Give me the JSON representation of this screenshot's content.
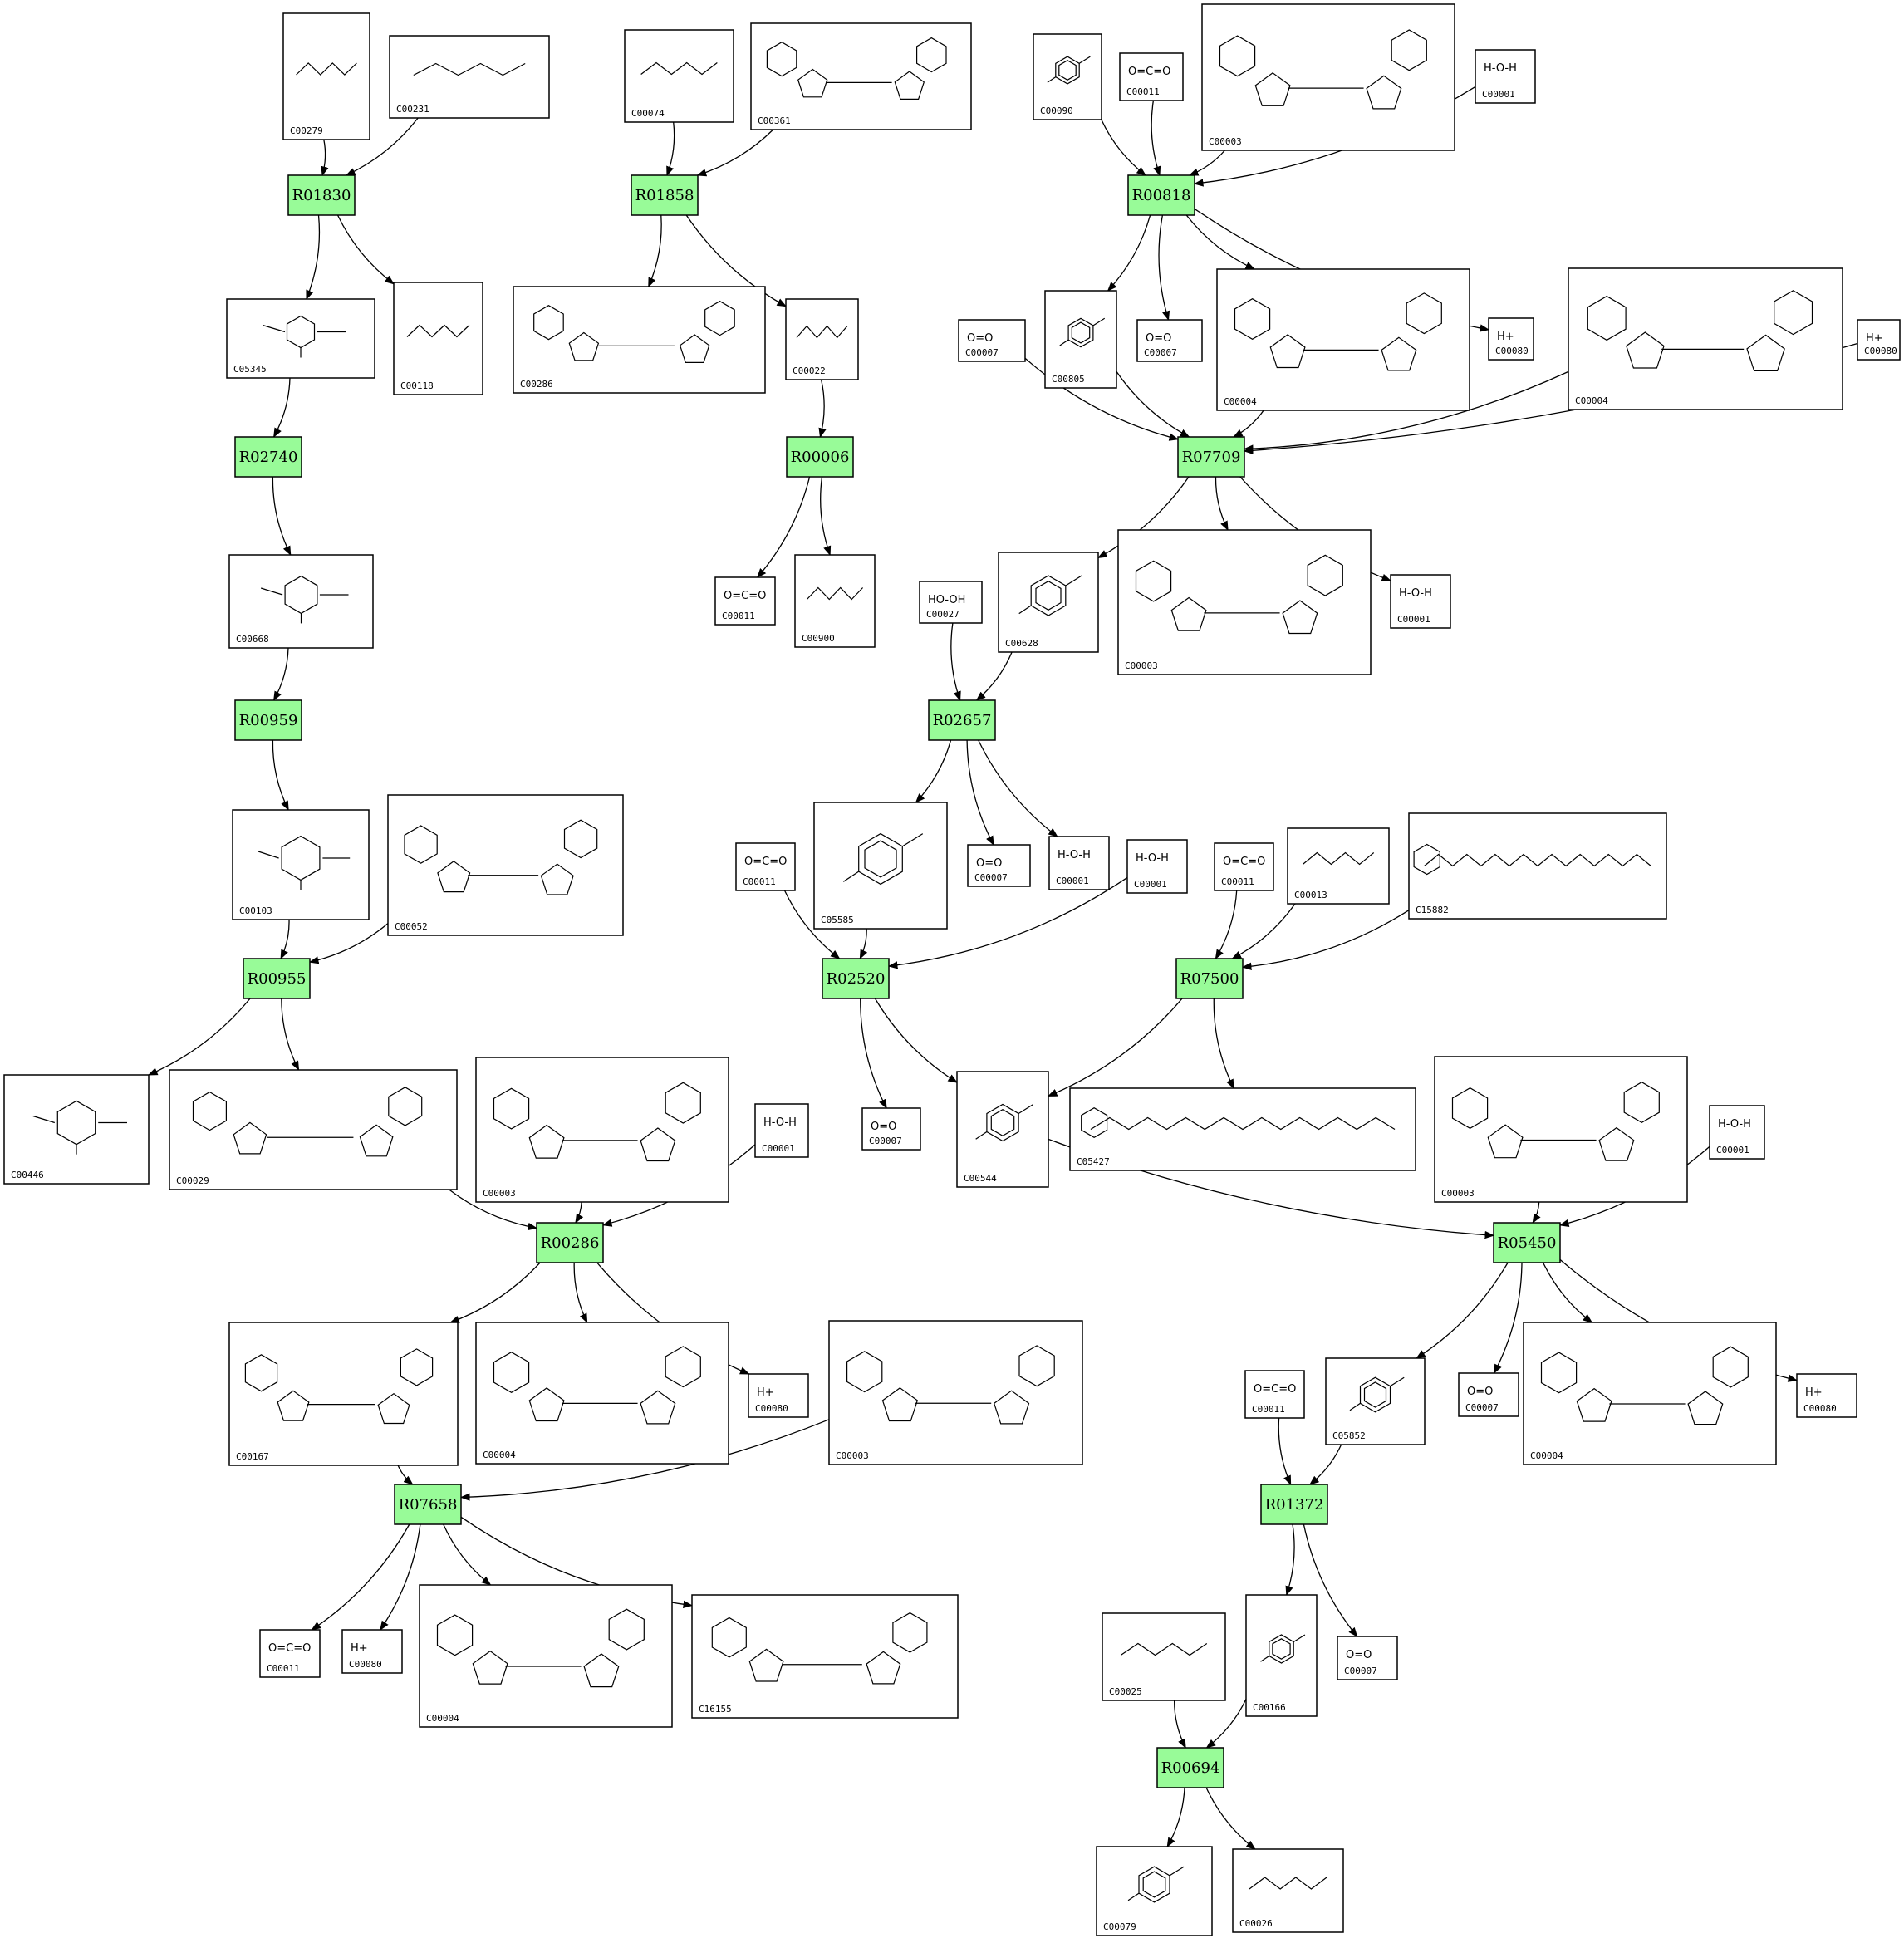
{
  "reactions": [
    {
      "id": "r01830",
      "label": "R01830"
    },
    {
      "id": "r01858",
      "label": "R01858"
    },
    {
      "id": "r00818",
      "label": "R00818"
    },
    {
      "id": "r02740",
      "label": "R02740"
    },
    {
      "id": "r00006",
      "label": "R00006"
    },
    {
      "id": "r07709",
      "label": "R07709"
    },
    {
      "id": "r00959",
      "label": "R00959"
    },
    {
      "id": "r02657",
      "label": "R02657"
    },
    {
      "id": "r00955",
      "label": "R00955"
    },
    {
      "id": "r02520",
      "label": "R02520"
    },
    {
      "id": "r07500",
      "label": "R07500"
    },
    {
      "id": "r00286",
      "label": "R00286"
    },
    {
      "id": "r05450",
      "label": "R05450"
    },
    {
      "id": "r07658",
      "label": "R07658"
    },
    {
      "id": "r01372",
      "label": "R01372"
    },
    {
      "id": "r00694",
      "label": "R00694"
    }
  ],
  "compounds": [
    {
      "id": "c00279",
      "label": "C00279",
      "formula": "",
      "kind": "chain"
    },
    {
      "id": "c00231",
      "label": "C00231",
      "formula": "",
      "kind": "chain"
    },
    {
      "id": "c00074",
      "label": "C00074",
      "formula": "",
      "kind": "chain"
    },
    {
      "id": "c00361",
      "label": "C00361",
      "formula": "",
      "kind": "nucleotide"
    },
    {
      "id": "c00090",
      "label": "C00090",
      "formula": "",
      "kind": "benzene"
    },
    {
      "id": "c00011a",
      "label": "C00011",
      "formula": "O=C=O",
      "kind": "formula"
    },
    {
      "id": "c00003a",
      "label": "C00003",
      "formula": "",
      "kind": "nucleotide"
    },
    {
      "id": "c00001a",
      "label": "C00001",
      "formula": "H-O-H",
      "kind": "formula"
    },
    {
      "id": "c05345",
      "label": "C05345",
      "formula": "",
      "kind": "sugar"
    },
    {
      "id": "c00118",
      "label": "C00118",
      "formula": "",
      "kind": "chain"
    },
    {
      "id": "c00286",
      "label": "C00286",
      "formula": "",
      "kind": "nucleotide"
    },
    {
      "id": "c00022",
      "label": "C00022",
      "formula": "",
      "kind": "chain"
    },
    {
      "id": "c00007a",
      "label": "C00007",
      "formula": "O=O",
      "kind": "formula"
    },
    {
      "id": "c00805",
      "label": "C00805",
      "formula": "",
      "kind": "benzene"
    },
    {
      "id": "c00007b",
      "label": "C00007",
      "formula": "O=O",
      "kind": "formula"
    },
    {
      "id": "c00004a",
      "label": "C00004",
      "formula": "",
      "kind": "nucleotide"
    },
    {
      "id": "c00080a",
      "label": "C00080",
      "formula": "H+",
      "kind": "formula"
    },
    {
      "id": "c00004b",
      "label": "C00004",
      "formula": "",
      "kind": "nucleotide"
    },
    {
      "id": "c00080b",
      "label": "C00080",
      "formula": "H+",
      "kind": "formula"
    },
    {
      "id": "c00668",
      "label": "C00668",
      "formula": "",
      "kind": "sugar"
    },
    {
      "id": "c00011b",
      "label": "C00011",
      "formula": "O=C=O",
      "kind": "formula"
    },
    {
      "id": "c00900",
      "label": "C00900",
      "formula": "",
      "kind": "chain"
    },
    {
      "id": "c00027",
      "label": "C00027",
      "formula": "HO-OH",
      "kind": "formula"
    },
    {
      "id": "c00628",
      "label": "C00628",
      "formula": "",
      "kind": "benzene"
    },
    {
      "id": "c00003b",
      "label": "C00003",
      "formula": "",
      "kind": "nucleotide"
    },
    {
      "id": "c00001b",
      "label": "C00001",
      "formula": "H-O-H",
      "kind": "formula"
    },
    {
      "id": "c00103",
      "label": "C00103",
      "formula": "",
      "kind": "sugar"
    },
    {
      "id": "c00052",
      "label": "C00052",
      "formula": "",
      "kind": "nucleotide"
    },
    {
      "id": "c05585",
      "label": "C05585",
      "formula": "",
      "kind": "benzene"
    },
    {
      "id": "c00007c",
      "label": "C00007",
      "formula": "O=O",
      "kind": "formula"
    },
    {
      "id": "c00001c",
      "label": "C00001",
      "formula": "H-O-H",
      "kind": "formula"
    },
    {
      "id": "c00011c",
      "label": "C00011",
      "formula": "O=C=O",
      "kind": "formula"
    },
    {
      "id": "c00001d",
      "label": "C00001",
      "formula": "H-O-H",
      "kind": "formula"
    },
    {
      "id": "c00011d",
      "label": "C00011",
      "formula": "O=C=O",
      "kind": "formula"
    },
    {
      "id": "c00013",
      "label": "C00013",
      "formula": "",
      "kind": "chain"
    },
    {
      "id": "c15882",
      "label": "C15882",
      "formula": "",
      "kind": "longchain"
    },
    {
      "id": "c00446",
      "label": "C00446",
      "formula": "",
      "kind": "sugar"
    },
    {
      "id": "c00029",
      "label": "C00029",
      "formula": "",
      "kind": "nucleotide"
    },
    {
      "id": "c00003c",
      "label": "C00003",
      "formula": "",
      "kind": "nucleotide"
    },
    {
      "id": "c00001e",
      "label": "C00001",
      "formula": "H-O-H",
      "kind": "formula"
    },
    {
      "id": "c00007d",
      "label": "C00007",
      "formula": "O=O",
      "kind": "formula"
    },
    {
      "id": "c00544",
      "label": "C00544",
      "formula": "",
      "kind": "benzene"
    },
    {
      "id": "c05427",
      "label": "C05427",
      "formula": "",
      "kind": "longchain"
    },
    {
      "id": "c00003d",
      "label": "C00003",
      "formula": "",
      "kind": "nucleotide"
    },
    {
      "id": "c00001f",
      "label": "C00001",
      "formula": "H-O-H",
      "kind": "formula"
    },
    {
      "id": "c00167",
      "label": "C00167",
      "formula": "",
      "kind": "nucleotide"
    },
    {
      "id": "c00004c",
      "label": "C00004",
      "formula": "",
      "kind": "nucleotide"
    },
    {
      "id": "c00080c",
      "label": "C00080",
      "formula": "H+",
      "kind": "formula"
    },
    {
      "id": "c00003e",
      "label": "C00003",
      "formula": "",
      "kind": "nucleotide"
    },
    {
      "id": "c00011e",
      "label": "C00011",
      "formula": "O=C=O",
      "kind": "formula"
    },
    {
      "id": "c05852",
      "label": "C05852",
      "formula": "",
      "kind": "benzene"
    },
    {
      "id": "c00007e",
      "label": "C00007",
      "formula": "O=O",
      "kind": "formula"
    },
    {
      "id": "c00004d",
      "label": "C00004",
      "formula": "",
      "kind": "nucleotide"
    },
    {
      "id": "c00080d",
      "label": "C00080",
      "formula": "H+",
      "kind": "formula"
    },
    {
      "id": "c00011f",
      "label": "C00011",
      "formula": "O=C=O",
      "kind": "formula"
    },
    {
      "id": "c00080e",
      "label": "C00080",
      "formula": "H+",
      "kind": "formula"
    },
    {
      "id": "c00004e",
      "label": "C00004",
      "formula": "",
      "kind": "nucleotide"
    },
    {
      "id": "c16155",
      "label": "C16155",
      "formula": "",
      "kind": "nucleotide"
    },
    {
      "id": "c00025",
      "label": "C00025",
      "formula": "",
      "kind": "chain"
    },
    {
      "id": "c00166",
      "label": "C00166",
      "formula": "",
      "kind": "benzene"
    },
    {
      "id": "c00007f",
      "label": "C00007",
      "formula": "O=O",
      "kind": "formula"
    },
    {
      "id": "c00079",
      "label": "C00079",
      "formula": "",
      "kind": "benzene"
    },
    {
      "id": "c00026",
      "label": "C00026",
      "formula": "",
      "kind": "chain"
    }
  ],
  "edges": [
    [
      "c00279",
      "r01830"
    ],
    [
      "c00231",
      "r01830"
    ],
    [
      "r01830",
      "c05345"
    ],
    [
      "r01830",
      "c00118"
    ],
    [
      "c00074",
      "r01858"
    ],
    [
      "c00361",
      "r01858"
    ],
    [
      "r01858",
      "c00286"
    ],
    [
      "r01858",
      "c00022"
    ],
    [
      "c00090",
      "r00818"
    ],
    [
      "c00011a",
      "r00818"
    ],
    [
      "c00003a",
      "r00818"
    ],
    [
      "c00001a",
      "r00818"
    ],
    [
      "r00818",
      "c00805"
    ],
    [
      "r00818",
      "c00007b"
    ],
    [
      "r00818",
      "c00004a"
    ],
    [
      "r00818",
      "c00080a"
    ],
    [
      "c05345",
      "r02740"
    ],
    [
      "r02740",
      "c00668"
    ],
    [
      "c00022",
      "r00006"
    ],
    [
      "r00006",
      "c00011b"
    ],
    [
      "r00006",
      "c00900"
    ],
    [
      "c00007a",
      "r07709"
    ],
    [
      "c00805",
      "r07709"
    ],
    [
      "c00004a",
      "r07709"
    ],
    [
      "c00004b",
      "r07709"
    ],
    [
      "c00080b",
      "r07709"
    ],
    [
      "r07709",
      "c00628"
    ],
    [
      "r07709",
      "c00003b"
    ],
    [
      "r07709",
      "c00001b"
    ],
    [
      "c00668",
      "r00959"
    ],
    [
      "r00959",
      "c00103"
    ],
    [
      "c00027",
      "r02657"
    ],
    [
      "c00628",
      "r02657"
    ],
    [
      "r02657",
      "c05585"
    ],
    [
      "r02657",
      "c00007c"
    ],
    [
      "r02657",
      "c00001c"
    ],
    [
      "c00103",
      "r00955"
    ],
    [
      "c00052",
      "r00955"
    ],
    [
      "r00955",
      "c00446"
    ],
    [
      "r00955",
      "c00029"
    ],
    [
      "c00011c",
      "r02520"
    ],
    [
      "c05585",
      "r02520"
    ],
    [
      "c00001d",
      "r02520"
    ],
    [
      "r02520",
      "c00007d"
    ],
    [
      "r02520",
      "c00544"
    ],
    [
      "c00011d",
      "r07500"
    ],
    [
      "c00013",
      "r07500"
    ],
    [
      "c15882",
      "r07500"
    ],
    [
      "r07500",
      "c00544"
    ],
    [
      "r07500",
      "c05427"
    ],
    [
      "c00029",
      "r00286"
    ],
    [
      "c00003c",
      "r00286"
    ],
    [
      "c00001e",
      "r00286"
    ],
    [
      "r00286",
      "c00167"
    ],
    [
      "r00286",
      "c00004c"
    ],
    [
      "r00286",
      "c00080c"
    ],
    [
      "c00544",
      "r05450"
    ],
    [
      "c00003d",
      "r05450"
    ],
    [
      "c00001f",
      "r05450"
    ],
    [
      "r05450",
      "c05852"
    ],
    [
      "r05450",
      "c00007e"
    ],
    [
      "r05450",
      "c00004d"
    ],
    [
      "r05450",
      "c00080d"
    ],
    [
      "c00167",
      "r07658"
    ],
    [
      "c00003e",
      "r07658"
    ],
    [
      "r07658",
      "c00011f"
    ],
    [
      "r07658",
      "c00080e"
    ],
    [
      "r07658",
      "c00004e"
    ],
    [
      "r07658",
      "c16155"
    ],
    [
      "c00011e",
      "r01372"
    ],
    [
      "c05852",
      "r01372"
    ],
    [
      "r01372",
      "c00166"
    ],
    [
      "r01372",
      "c00007f"
    ],
    [
      "c00025",
      "r00694"
    ],
    [
      "c00166",
      "r00694"
    ],
    [
      "r00694",
      "c00079"
    ],
    [
      "r00694",
      "c00026"
    ]
  ]
}
